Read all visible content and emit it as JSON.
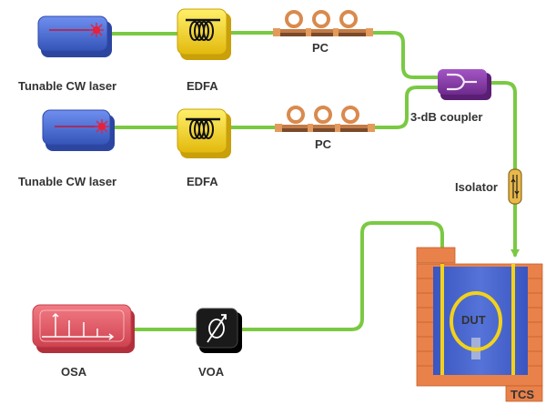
{
  "labels": {
    "laser1": "Tunable CW laser",
    "edfa1": "EDFA",
    "pc1": "PC",
    "laser2": "Tunable CW laser",
    "edfa2": "EDFA",
    "pc2": "PC",
    "coupler": "3-dB coupler",
    "isolator": "Isolator",
    "dut": "DUT",
    "tcs": "TCS",
    "osa": "OSA",
    "voa": "VOA"
  },
  "icons": {
    "laser": "laser-starburst-icon",
    "edfa": "fiber-coil-icon",
    "pc": "polarization-loops-icon",
    "coupler": "y-splitter-icon",
    "isolator": "isolator-arrows-icon",
    "osa": "spectrum-icon",
    "voa": "attenuator-phi-icon"
  },
  "colors": {
    "fiber": "#7ac943",
    "laser_body": "#4a6fd4",
    "edfa_body": "#f5d21a",
    "pc_copper": "#d98a4e",
    "coupler_body": "#8b3ca8",
    "isolator_body": "#e9b84a",
    "tcs_brick": "#e8814a",
    "tcs_inner": "#3e5dc8",
    "ring": "#f2d21a",
    "osa_body": "#e65a64",
    "voa_body": "#1a1a1a"
  }
}
